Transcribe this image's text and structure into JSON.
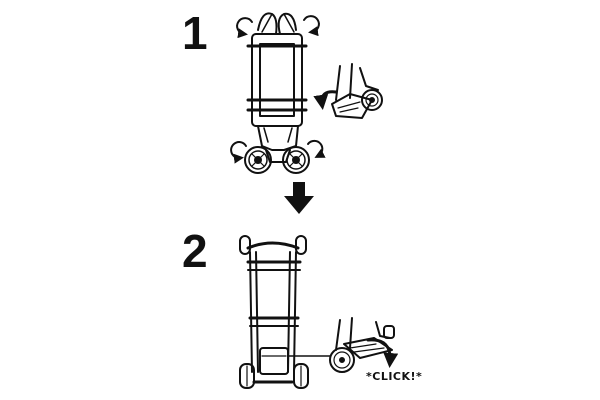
{
  "steps": [
    {
      "number": "1"
    },
    {
      "number": "2"
    }
  ],
  "callout": {
    "text": "*CLICK!*"
  },
  "colors": {
    "ink": "#111111",
    "paper": "#ffffff",
    "shade": "#cfcfcf"
  },
  "icons": [
    "rotate-arrow-icon",
    "down-arrow-icon",
    "curved-arrow-icon",
    "wheel-icon"
  ]
}
